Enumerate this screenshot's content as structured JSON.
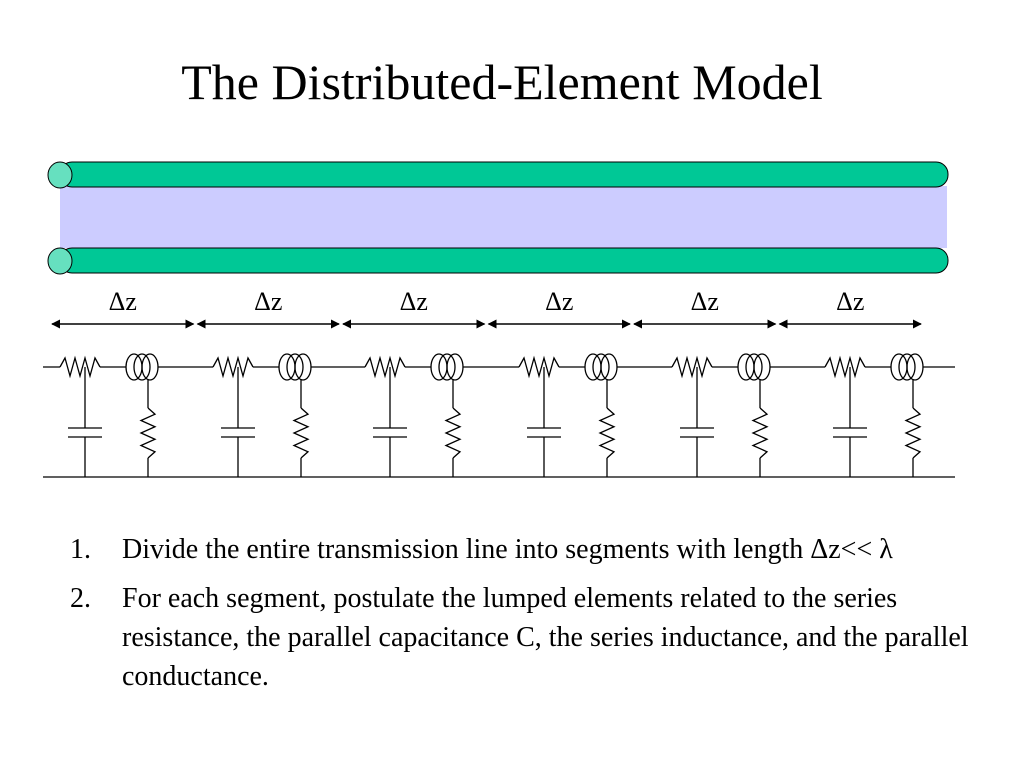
{
  "title": "The Distributed-Element Model",
  "diagram": {
    "segment_label": "Δz",
    "segment_count": 6,
    "colors": {
      "conductor": "#00c896",
      "conductor_end": "#66e0bf",
      "dielectric": "#ccccff",
      "circuit": "#000000"
    }
  },
  "steps": [
    {
      "number": "1.",
      "text": "Divide the entire transmission line into segments with length Δz<< λ"
    },
    {
      "number": "2.",
      "text": "For each segment, postulate the lumped elements related to the series resistance, the parallel capacitance C, the series inductance, and the parallel conductance."
    }
  ]
}
